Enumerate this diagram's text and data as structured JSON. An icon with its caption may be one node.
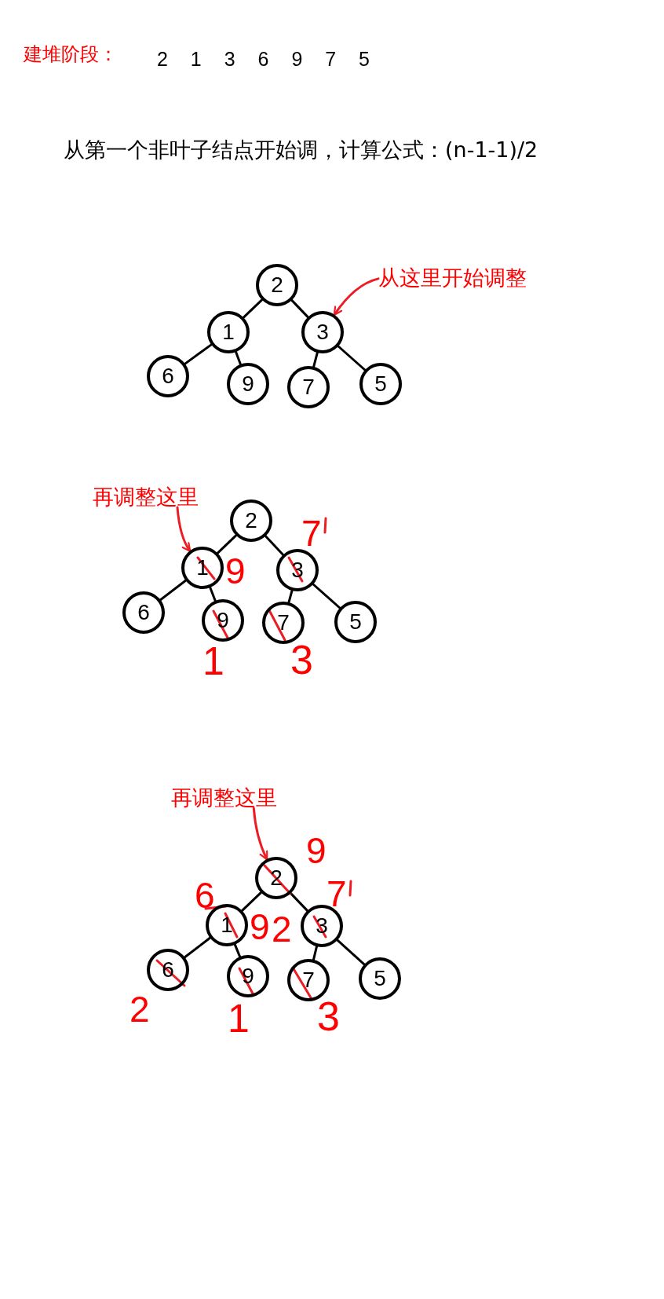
{
  "diagram": {
    "title": "建堆阶段：",
    "nodes": [
      {
        "text": [
          "2"
        ]
      },
      {
        "text": [
          "1"
        ]
      },
      {
        "text": [
          "3"
        ]
      },
      {
        "text": [
          "6"
        ]
      },
      {
        "text": [
          "9"
        ]
      },
      {
        "text": [
          "7"
        ]
      },
      {
        "text": [
          "5"
        ]
      },
      {
        "text": [
          "从这里开始调整"
        ]
      },
      {
        "text": [
          "再调整这里"
        ]
      },
      {
        "text": [
          "2"
        ]
      },
      {
        "text": [
          "1"
        ],
        "beside": [
          "9"
        ]
      },
      {
        "text": [
          "3"
        ],
        "beside": [
          "7"
        ]
      },
      {
        "text": [
          "6"
        ]
      },
      {
        "text": [
          "9"
        ],
        "beside": [
          "1"
        ]
      },
      {
        "text": [
          "7"
        ],
        "beside": [
          "3"
        ]
      },
      {
        "text": [
          "5"
        ]
      },
      {
        "text": [
          "再调整这里"
        ]
      },
      {
        "text": [
          "2"
        ],
        "beside": [
          "9"
        ]
      },
      {
        "text": [
          "1"
        ],
        "beside": [
          "6",
          "9",
          "2"
        ]
      },
      {
        "text": [
          "3"
        ],
        "beside": [
          "7"
        ]
      },
      {
        "text": [
          "6"
        ],
        "beside": [
          "2"
        ]
      },
      {
        "text": [
          "9"
        ],
        "beside": [
          "1"
        ]
      },
      {
        "text": [
          "7"
        ],
        "beside": [
          "3"
        ]
      },
      {
        "text": [
          "5"
        ]
      }
    ],
    "edges": [
      {
        "from": 0,
        "to": 1,
        "arrow": "none"
      },
      {
        "from": 0,
        "to": 2,
        "arrow": "none"
      },
      {
        "from": 1,
        "to": 3,
        "arrow": "none"
      },
      {
        "from": 1,
        "to": 4,
        "arrow": "none"
      },
      {
        "from": 2,
        "to": 5,
        "arrow": "none"
      },
      {
        "from": 2,
        "to": 6,
        "arrow": "none"
      },
      {
        "from": 7,
        "to": 2,
        "arrow": "to",
        "color": "#ed1c24"
      },
      {
        "from": 9,
        "to": 10,
        "arrow": "none"
      },
      {
        "from": 9,
        "to": 11,
        "arrow": "none"
      },
      {
        "from": 10,
        "to": 12,
        "arrow": "none"
      },
      {
        "from": 10,
        "to": 13,
        "arrow": "none"
      },
      {
        "from": 11,
        "to": 14,
        "arrow": "none"
      },
      {
        "from": 11,
        "to": 15,
        "arrow": "none"
      },
      {
        "from": 8,
        "to": 10,
        "arrow": "to",
        "color": "#ed1c24"
      },
      {
        "from": 17,
        "to": 18,
        "arrow": "none"
      },
      {
        "from": 17,
        "to": 19,
        "arrow": "none"
      },
      {
        "from": 18,
        "to": 20,
        "arrow": "none"
      },
      {
        "from": 18,
        "to": 21,
        "arrow": "none"
      },
      {
        "from": 19,
        "to": 22,
        "arrow": "none"
      },
      {
        "from": 19,
        "to": 23,
        "arrow": "none"
      },
      {
        "from": 16,
        "to": 17,
        "arrow": "to",
        "color": "#ed1c24"
      }
    ],
    "labels": [
      "2 1 3 6 9 7 5",
      "从第一个非叶子结点开始调，计算公式：(n-1-1)/2"
    ]
  }
}
